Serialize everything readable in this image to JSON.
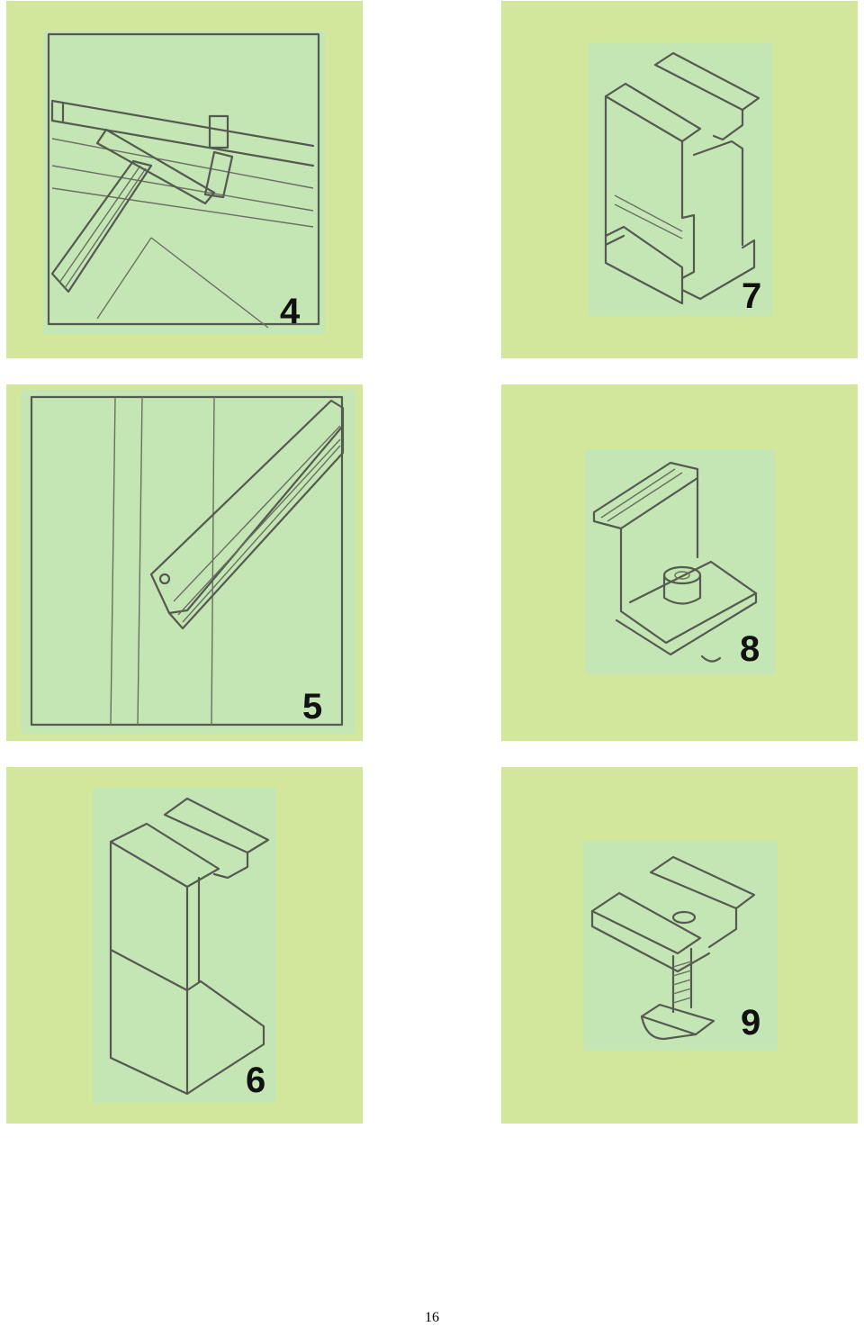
{
  "figures": [
    {
      "id": "4",
      "number": "4",
      "subject": "rail-mounted-on-roof-structure"
    },
    {
      "id": "5",
      "number": "5",
      "subject": "mounting-rail"
    },
    {
      "id": "6",
      "number": "6",
      "subject": "end-profile"
    },
    {
      "id": "7",
      "number": "7",
      "subject": "middle-profile"
    },
    {
      "id": "8",
      "number": "8",
      "subject": "end-clamp"
    },
    {
      "id": "9",
      "number": "9",
      "subject": "middle-clamp"
    }
  ],
  "colors": {
    "panel": "#d2e69c",
    "inner": "#c4e6b4",
    "line": "#555a50"
  },
  "page_number": "16"
}
